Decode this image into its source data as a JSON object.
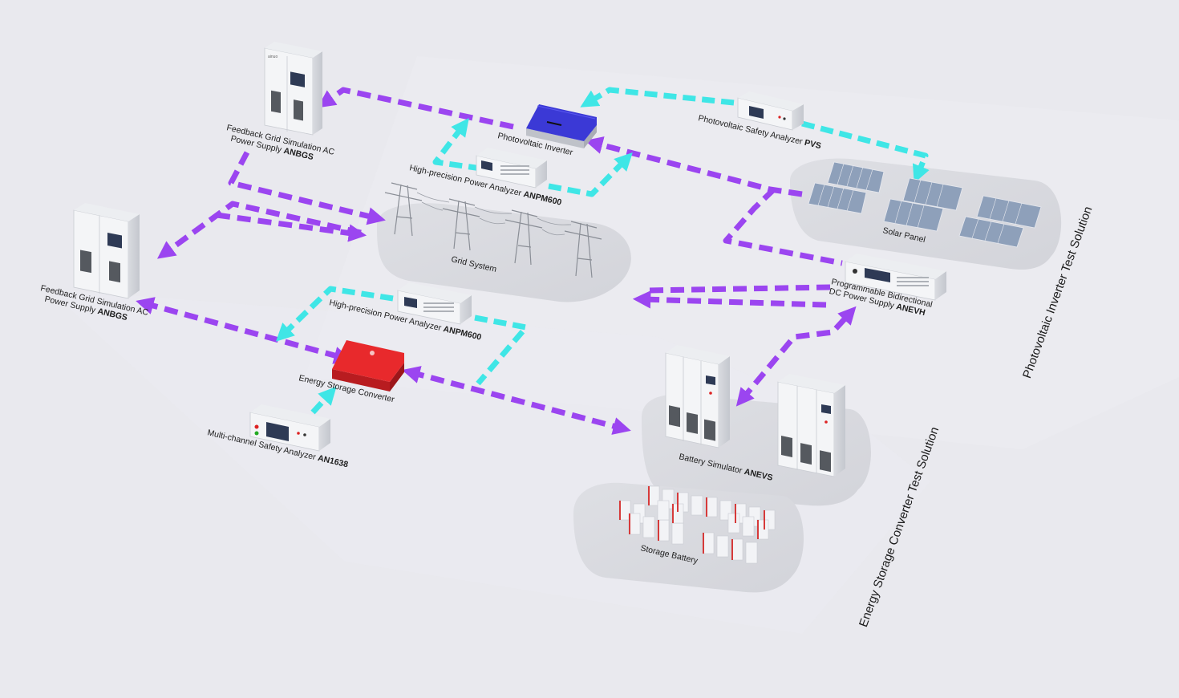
{
  "colors": {
    "ac_link": "#9b45f0",
    "signal_link": "#3fe6e6",
    "background": "#e9e9ee",
    "pv_inverter": "#3b39d6",
    "storage_converter": "#e8292c"
  },
  "devices": {
    "anbgs_top": {
      "line1": "Feedback Grid Simulation AC",
      "line2_prefix": "Power Supply ",
      "model": "ANBGS"
    },
    "anbgs_left": {
      "line1": "Feedback Grid Simulation AC",
      "line2_prefix": "Power Supply ",
      "model": "ANBGS"
    },
    "pv_inverter": {
      "label": "Photovoltaic Inverter"
    },
    "pvs": {
      "prefix": "Photovoltaic Safety Analyzer ",
      "model": "PVS"
    },
    "anpm_top": {
      "prefix": "High-precision Power Analyzer ",
      "model": "ANPM600"
    },
    "anpm_mid": {
      "prefix": "High-precision Power Analyzer ",
      "model": "ANPM600"
    },
    "grid": {
      "label": "Grid System"
    },
    "solar": {
      "label": "Solar Panel"
    },
    "anevh": {
      "line1": "Programmable Bidirectional",
      "line2_prefix": "DC Power Supply ",
      "model": "ANEVH"
    },
    "esc": {
      "label": "Energy Storage Converter"
    },
    "an1638": {
      "prefix": "Multi-channel Safety Analyzer ",
      "model": "AN1638"
    },
    "anevs": {
      "prefix": "Battery Simulator ",
      "model": "ANEVS"
    },
    "storage_battery": {
      "label": "Storage Battery"
    }
  },
  "solutions": {
    "pv_title": "Photovoltaic Inverter Test Solution",
    "esc_title": "Energy Storage Converter Test Solution"
  }
}
